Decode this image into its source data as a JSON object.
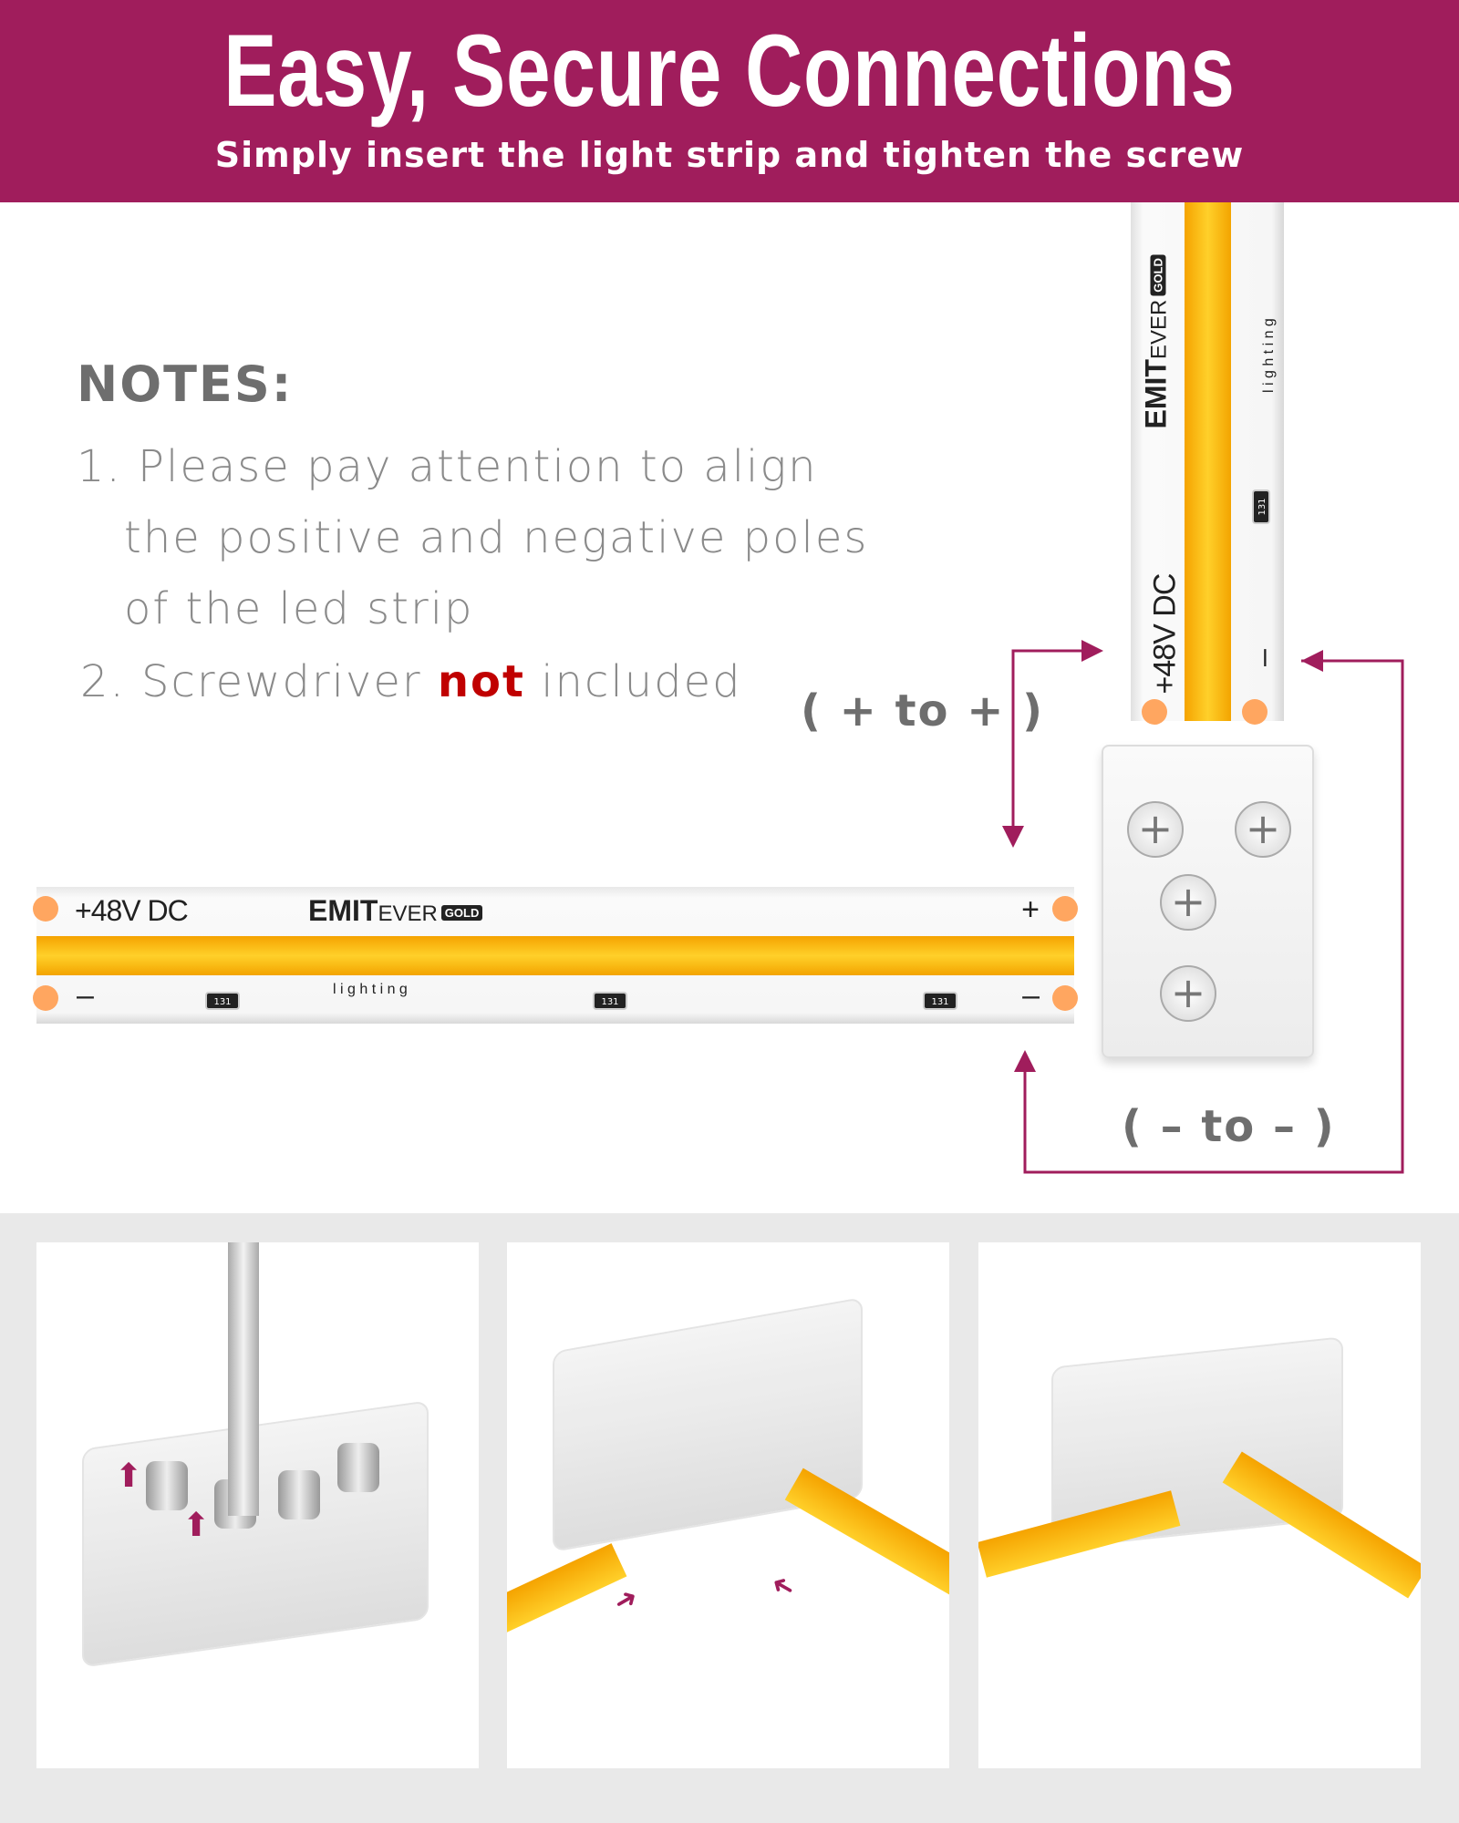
{
  "header": {
    "title": "Easy, Secure Connections",
    "subtitle": "Simply insert the light strip and tighten the screw"
  },
  "notes": {
    "heading": "NOTES:",
    "item1_line1": "1. Please pay attention to align",
    "item1_line2": "the positive and negative poles",
    "item1_line3": "of the led strip",
    "item2_prefix": "2. Screwdriver ",
    "item2_emphasis": "not",
    "item2_suffix": " included"
  },
  "labels": {
    "positive": "( + to + )",
    "negative": "( – to – )"
  },
  "strip": {
    "voltage": "+48V DC",
    "brand": "EMIT",
    "brand_suffix": "EVER",
    "badge": "GOLD",
    "tagline": "l i g h t i n g",
    "plus": "+",
    "minus": "–",
    "chip": "131"
  },
  "colors": {
    "brand": "#a01d5c",
    "led": "#ffc21a",
    "pad": "#ffa660",
    "emphasis": "#c00000"
  }
}
